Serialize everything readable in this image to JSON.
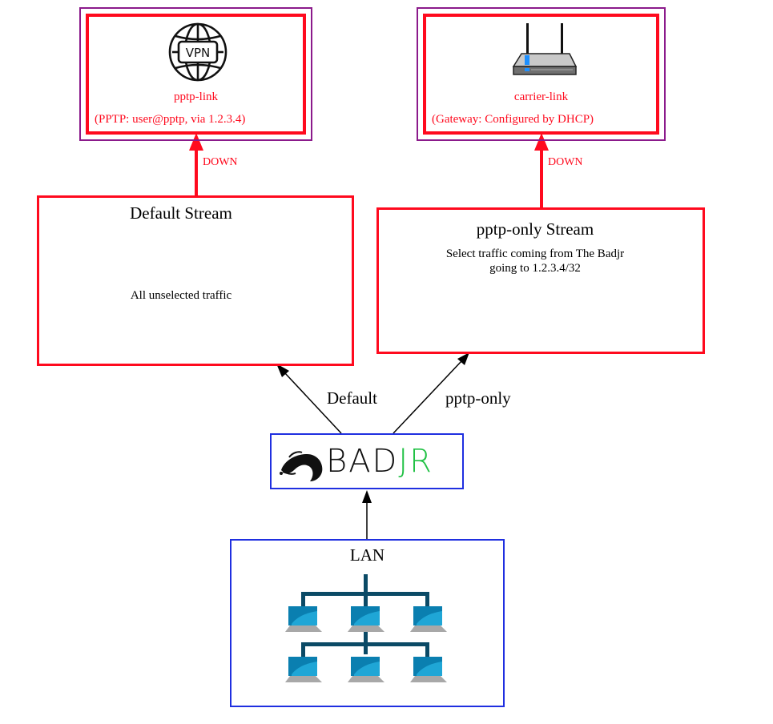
{
  "diagram": {
    "links": {
      "pptp": {
        "icon": "vpn-globe-icon",
        "icon_text": "VPN",
        "name": "pptp-link",
        "detail": "(PPTP: user@pptp, via 1.2.3.4)",
        "status": "DOWN"
      },
      "carrier": {
        "icon": "router-icon",
        "name": "carrier-link",
        "detail": "(Gateway: Configured by DHCP)",
        "status": "DOWN"
      }
    },
    "streams": {
      "default": {
        "title": "Default Stream",
        "description": "All unselected traffic",
        "edge_label": "Default"
      },
      "pptp_only": {
        "title": "pptp-only Stream",
        "description_line1": "Select traffic coming from The Badjr",
        "description_line2": "going to 1.2.3.4/32",
        "edge_label": "pptp-only"
      }
    },
    "router": {
      "logo_text_dark": "BAD",
      "logo_text_green": "JR",
      "icon": "badger-icon"
    },
    "lan": {
      "title": "LAN",
      "icon": "network-computers-icon"
    },
    "colors": {
      "down": "#ff0a1e",
      "link_frame": "#8b1a8b",
      "node_frame": "#1f2fe0",
      "logo_green": "#22c145",
      "edge": "#000000"
    }
  }
}
